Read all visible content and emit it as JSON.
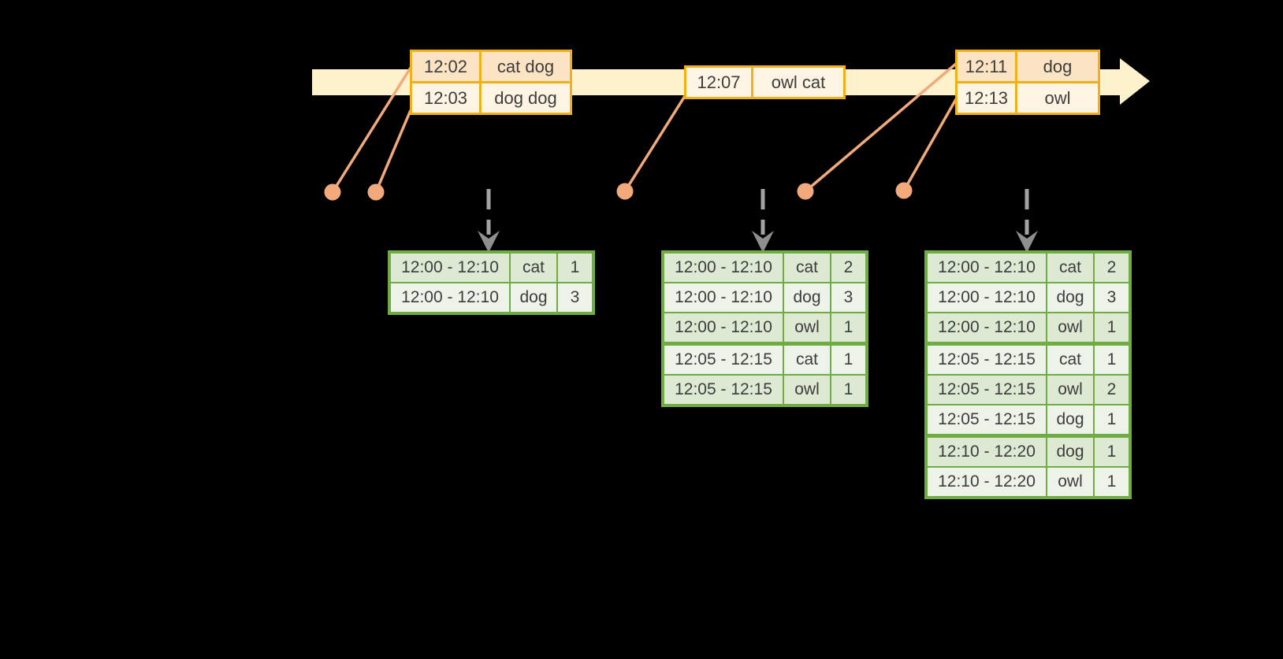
{
  "palette": {
    "background": "#000000",
    "timeline_band": "#fdf2cc",
    "event_table_border": "#f0b118",
    "event_row_dark": "#fbe3c3",
    "event_row_light": "#fdf4e4",
    "connector_salmon": "#f2a97c",
    "trigger_gray": "#a3a3a3",
    "trigger_gray_dark": "#8f8f8f",
    "result_table_border": "#6fac44",
    "result_row_dark": "#dde9d3",
    "result_row_light": "#eef3ea",
    "text": "#3d3d3d"
  },
  "icons": {
    "timeline_arrowhead": "right-arrow-icon",
    "trigger_arrowhead": "down-chevron-arrow-icon"
  },
  "timeline": {
    "event_tables": [
      {
        "rows": [
          {
            "time": "12:02",
            "words": "cat dog"
          },
          {
            "time": "12:03",
            "words": "dog dog"
          }
        ]
      },
      {
        "rows": [
          {
            "time": "12:07",
            "words": "owl cat"
          }
        ]
      },
      {
        "rows": [
          {
            "time": "12:11",
            "words": "dog"
          },
          {
            "time": "12:13",
            "words": "owl"
          }
        ]
      }
    ]
  },
  "result_tables": [
    {
      "rows": [
        {
          "window": "12:00 - 12:10",
          "word": "cat",
          "count": "1"
        },
        {
          "window": "12:00 - 12:10",
          "word": "dog",
          "count": "3"
        }
      ]
    },
    {
      "rows": [
        {
          "window": "12:00 - 12:10",
          "word": "cat",
          "count": "2"
        },
        {
          "window": "12:00 - 12:10",
          "word": "dog",
          "count": "3"
        },
        {
          "window": "12:00 - 12:10",
          "word": "owl",
          "count": "1"
        },
        {
          "window": "12:05 - 12:15",
          "word": "cat",
          "count": "1"
        },
        {
          "window": "12:05 - 12:15",
          "word": "owl",
          "count": "1"
        }
      ]
    },
    {
      "rows": [
        {
          "window": "12:00 - 12:10",
          "word": "cat",
          "count": "2"
        },
        {
          "window": "12:00 - 12:10",
          "word": "dog",
          "count": "3"
        },
        {
          "window": "12:00 - 12:10",
          "word": "owl",
          "count": "1"
        },
        {
          "window": "12:05 - 12:15",
          "word": "cat",
          "count": "1"
        },
        {
          "window": "12:05 - 12:15",
          "word": "owl",
          "count": "2"
        },
        {
          "window": "12:05 - 12:15",
          "word": "dog",
          "count": "1"
        },
        {
          "window": "12:10 - 12:20",
          "word": "dog",
          "count": "1"
        },
        {
          "window": "12:10 - 12:20",
          "word": "owl",
          "count": "1"
        }
      ]
    }
  ]
}
